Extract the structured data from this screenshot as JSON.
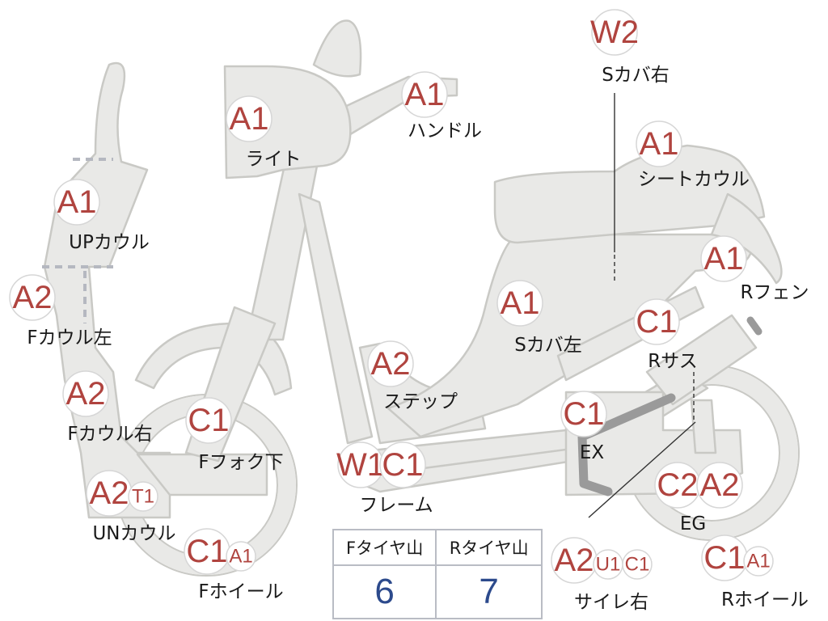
{
  "labels": {
    "light": "ライト",
    "handle": "ハンドル",
    "s_cover_right": "Sカバ右",
    "seat_cowl": "シートカウル",
    "up_cowl": "UPカウル",
    "f_cowl_left": "Fカウル左",
    "r_fender": "Rフェン",
    "s_cover_left": "Sカバ左",
    "r_sus": "Rサス",
    "step": "ステップ",
    "f_cowl_right": "Fカウル右",
    "f_fork_lower": "Fフォク下",
    "ex": "EX",
    "frame": "フレーム",
    "eg": "EG",
    "un_cowl": "UNカウル",
    "f_wheel": "Fホイール",
    "silencer_right": "サイレ右",
    "r_wheel": "Rホイール"
  },
  "badges": {
    "light": "A1",
    "handle": "A1",
    "s_cover_right": "W2",
    "seat_cowl": "A1",
    "up_cowl": "A1",
    "f_cowl_left": "A2",
    "r_fender": "A1",
    "s_cover_left": "A1",
    "r_sus": "C1",
    "step": "A2",
    "f_cowl_right": "A2",
    "f_fork_lower": "C1",
    "ex": "C1",
    "frame_a": "W1",
    "frame_b": "C1",
    "eg_a": "C2",
    "eg_b": "A2",
    "un_cowl_a": "A2",
    "un_cowl_b": "T1",
    "f_wheel_a": "C1",
    "f_wheel_b": "A1",
    "silencer_a": "A2",
    "silencer_b": "U1",
    "silencer_c": "C1",
    "r_wheel_a": "C1",
    "r_wheel_b": "A1"
  },
  "tire_table": {
    "headers": [
      "Fタイヤ山",
      "Rタイヤ山"
    ],
    "values": [
      "6",
      "7"
    ]
  },
  "colors": {
    "part_fill": "#e9e9e7",
    "badge_text": "#b0443f",
    "table_value": "#2c4a8c"
  }
}
